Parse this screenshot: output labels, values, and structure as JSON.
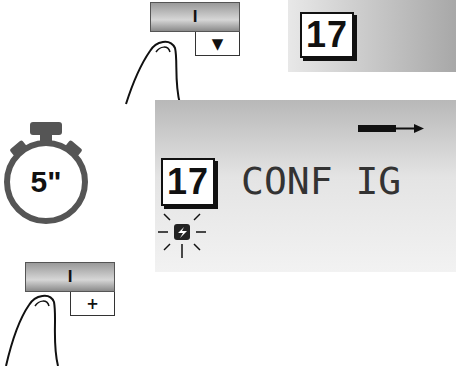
{
  "diagram": {
    "nodes": [
      {
        "text": [
          "I",
          "▼"
        ]
      },
      {
        "text": [
          "17"
        ]
      },
      {
        "text": [
          "5\""
        ]
      },
      {
        "text": [
          "CONF IG"
        ]
      },
      {
        "text": [
          "17"
        ],
        "in": 3
      },
      {
        "text": [
          "I",
          "+"
        ]
      }
    ]
  }
}
